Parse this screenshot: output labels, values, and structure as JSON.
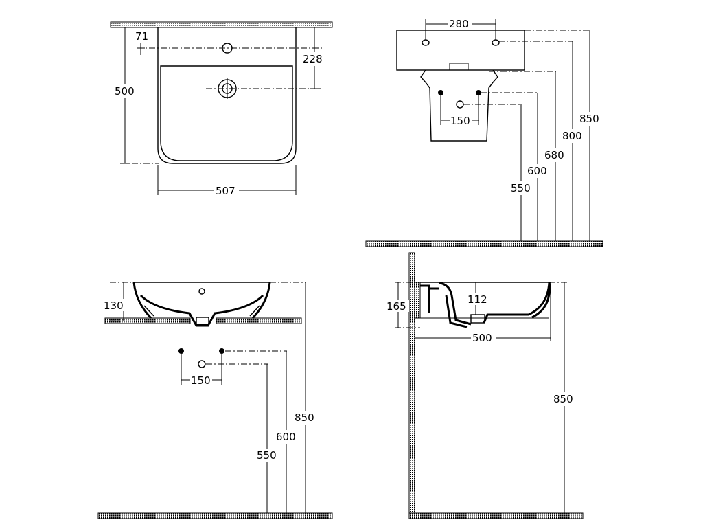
{
  "top_view": {
    "dim_outlet_offset": "71",
    "dim_tap_offset": "228",
    "dim_depth": "500",
    "dim_width": "507"
  },
  "front_view": {
    "dim_bracket_spacing": "280",
    "dim_waste_spacing": "150",
    "dim_850": "850",
    "dim_800": "800",
    "dim_680": "680",
    "dim_600": "600",
    "dim_550": "550"
  },
  "counter_front_view": {
    "dim_basin_height": "130",
    "dim_waste_spacing": "150",
    "dim_850": "850",
    "dim_600": "600",
    "dim_550": "550"
  },
  "counter_side_view": {
    "dim_165": "165",
    "dim_112": "112",
    "dim_500": "500",
    "dim_850": "850"
  }
}
